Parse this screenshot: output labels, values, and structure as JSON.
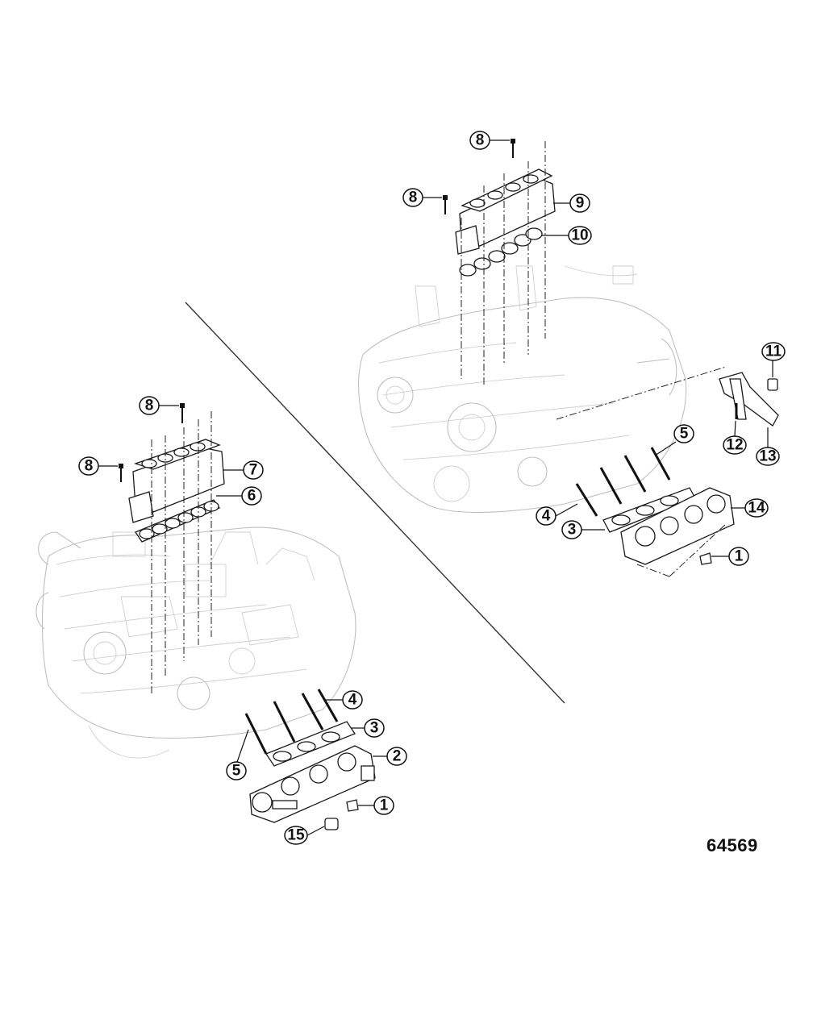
{
  "figure": {
    "number": "64569"
  },
  "callouts_lower_left": [
    "8",
    "8",
    "7",
    "6",
    "4",
    "3",
    "2",
    "5",
    "1",
    "15"
  ],
  "callouts_upper_right": [
    "8",
    "8",
    "9",
    "10",
    "11",
    "5",
    "12",
    "13",
    "4",
    "14",
    "3",
    "1"
  ],
  "colors": {
    "line": "#1a1a1a",
    "engine_ghost": "#bfbfbf",
    "background": "#ffffff"
  }
}
